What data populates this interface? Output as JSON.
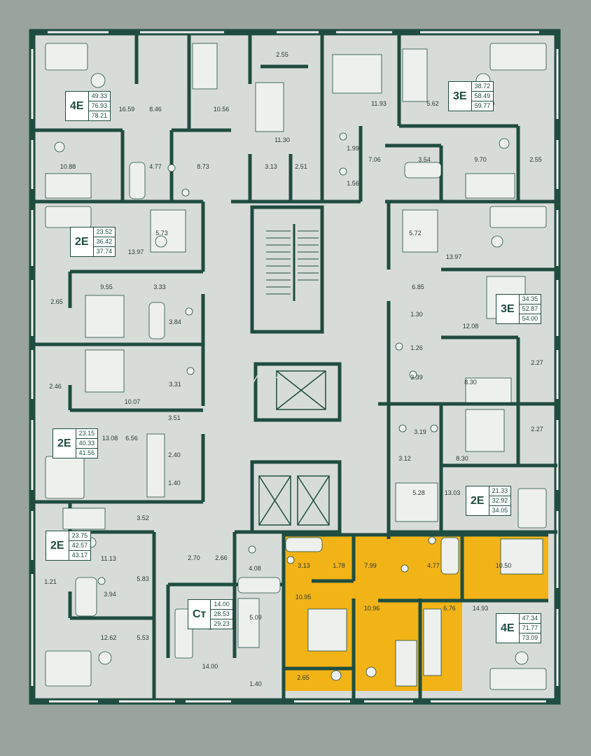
{
  "colors": {
    "background": "#9aa39e",
    "floor": "#d8dcd9",
    "wall": "#1f4d40",
    "highlight": "#f2b317",
    "furniture": "#eef0ee"
  },
  "icons": [
    "stair-icon",
    "elevator-icon",
    "bed-icon",
    "sofa-icon",
    "toilet-icon",
    "bathtub-icon",
    "stove-icon",
    "washbasin-icon"
  ],
  "watermark": "ЦИАН",
  "apartments": [
    {
      "code": "4E",
      "areas": [
        "49.33",
        "76.93",
        "78.21"
      ]
    },
    {
      "code": "3E",
      "areas": [
        "38.72",
        "58.49",
        "59.77"
      ]
    },
    {
      "code": "2E",
      "areas": [
        "23.52",
        "36.42",
        "37.74"
      ]
    },
    {
      "code": "3E",
      "areas": [
        "34.35",
        "52.87",
        "54.00"
      ]
    },
    {
      "code": "2E",
      "areas": [
        "23.15",
        "40.33",
        "41.56"
      ]
    },
    {
      "code": "2E",
      "areas": [
        "21.33",
        "32.92",
        "34.05"
      ]
    },
    {
      "code": "2E",
      "areas": [
        "23.75",
        "42.57",
        "43.17"
      ]
    },
    {
      "code": "Ст",
      "areas": [
        "14.00",
        "28.53",
        "29.23"
      ]
    },
    {
      "code": "4E",
      "areas": [
        "47.34",
        "71.77",
        "73.09"
      ]
    }
  ],
  "room_areas": [
    "2.55",
    "16.59",
    "8.46",
    "10.56",
    "11.93",
    "5.62",
    "17.09",
    "11.30",
    "1.99",
    "10.88",
    "4.77",
    "8.73",
    "3.13",
    "2.51",
    "7.06",
    "3.54",
    "9.70",
    "2.55",
    "1.56",
    "5.73",
    "5.72",
    "13.97",
    "13.97",
    "9.55",
    "3.33",
    "6.85",
    "2.65",
    "1.30",
    "3.84",
    "12.08",
    "1.26",
    "3.31",
    "3.39",
    "8.30",
    "2.27",
    "2.46",
    "10.07",
    "3.51",
    "3.19",
    "13.08",
    "6.56",
    "2.27",
    "2.40",
    "8.30",
    "3.12",
    "1.40",
    "5.28",
    "13.03",
    "3.52",
    "11.13",
    "2.70",
    "2.66",
    "4.08",
    "3.13",
    "1.78",
    "7.99",
    "4.77",
    "10.50",
    "5.83",
    "1.21",
    "3.94",
    "10.95",
    "5.09",
    "10.96",
    "6.76",
    "14.93",
    "12.62",
    "5.53",
    "14.00",
    "2.65",
    "1.40"
  ]
}
